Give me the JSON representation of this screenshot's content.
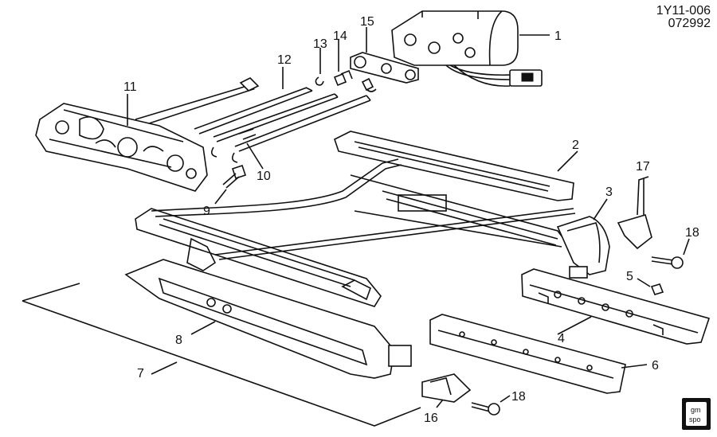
{
  "diagram": {
    "code_line1": "1Y11-006",
    "code_line2": "072992",
    "callouts": [
      "1",
      "2",
      "3",
      "4",
      "5",
      "6",
      "7",
      "8",
      "9",
      "10",
      "11",
      "12",
      "13",
      "14",
      "15",
      "16",
      "17",
      "18",
      "18"
    ],
    "logo_text": [
      "gm",
      "spo"
    ]
  }
}
